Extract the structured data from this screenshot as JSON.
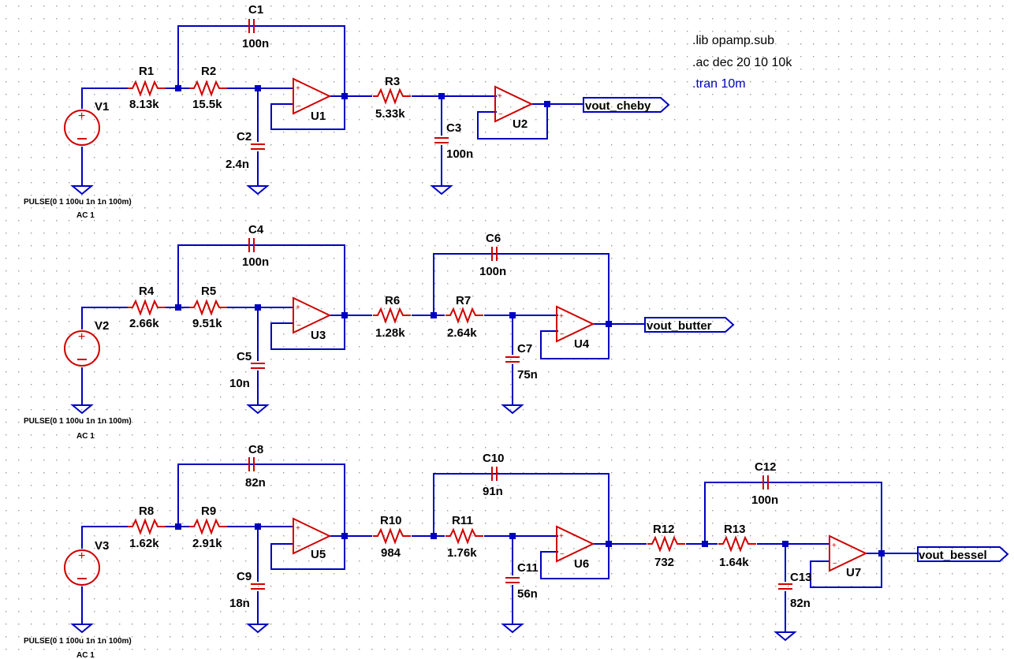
{
  "directives": {
    "lib": ".lib opamp.sub",
    "ac": ".ac dec 20 10 10k",
    "tran": ".tran 10m"
  },
  "sources": {
    "v1": {
      "name": "V1",
      "spec": "PULSE(0 1 100u 1n 1n 100m)",
      "ac": "AC 1"
    },
    "v2": {
      "name": "V2",
      "spec": "PULSE(0 1 100u 1n 1n 100m)",
      "ac": "AC 1"
    },
    "v3": {
      "name": "V3",
      "spec": "PULSE(0 1 100u 1n 1n 100m)",
      "ac": "AC 1"
    }
  },
  "resistors": {
    "r1": {
      "name": "R1",
      "value": "8.13k"
    },
    "r2": {
      "name": "R2",
      "value": "15.5k"
    },
    "r3": {
      "name": "R3",
      "value": "5.33k"
    },
    "r4": {
      "name": "R4",
      "value": "2.66k"
    },
    "r5": {
      "name": "R5",
      "value": "9.51k"
    },
    "r6": {
      "name": "R6",
      "value": "1.28k"
    },
    "r7": {
      "name": "R7",
      "value": "2.64k"
    },
    "r8": {
      "name": "R8",
      "value": "1.62k"
    },
    "r9": {
      "name": "R9",
      "value": "2.91k"
    },
    "r10": {
      "name": "R10",
      "value": "984"
    },
    "r11": {
      "name": "R11",
      "value": "1.76k"
    },
    "r12": {
      "name": "R12",
      "value": "732"
    },
    "r13": {
      "name": "R13",
      "value": "1.64k"
    }
  },
  "capacitors": {
    "c1": {
      "name": "C1",
      "value": "100n"
    },
    "c2": {
      "name": "C2",
      "value": "2.4n"
    },
    "c3": {
      "name": "C3",
      "value": "100n"
    },
    "c4": {
      "name": "C4",
      "value": "100n"
    },
    "c5": {
      "name": "C5",
      "value": "10n"
    },
    "c6": {
      "name": "C6",
      "value": "100n"
    },
    "c7": {
      "name": "C7",
      "value": "75n"
    },
    "c8": {
      "name": "C8",
      "value": "82n"
    },
    "c9": {
      "name": "C9",
      "value": "18n"
    },
    "c10": {
      "name": "C10",
      "value": "91n"
    },
    "c11": {
      "name": "C11",
      "value": "56n"
    },
    "c12": {
      "name": "C12",
      "value": "100n"
    },
    "c13": {
      "name": "C13",
      "value": "82n"
    }
  },
  "opamps": {
    "u1": "U1",
    "u2": "U2",
    "u3": "U3",
    "u4": "U4",
    "u5": "U5",
    "u6": "U6",
    "u7": "U7"
  },
  "outputs": {
    "cheby": "vout_cheby",
    "butter": "vout_butter",
    "bessel": "vout_bessel"
  },
  "colors": {
    "wire": "#0000c0",
    "component": "#d00000",
    "grid_dot": "#9a9a9a",
    "background": "#ffffff"
  }
}
